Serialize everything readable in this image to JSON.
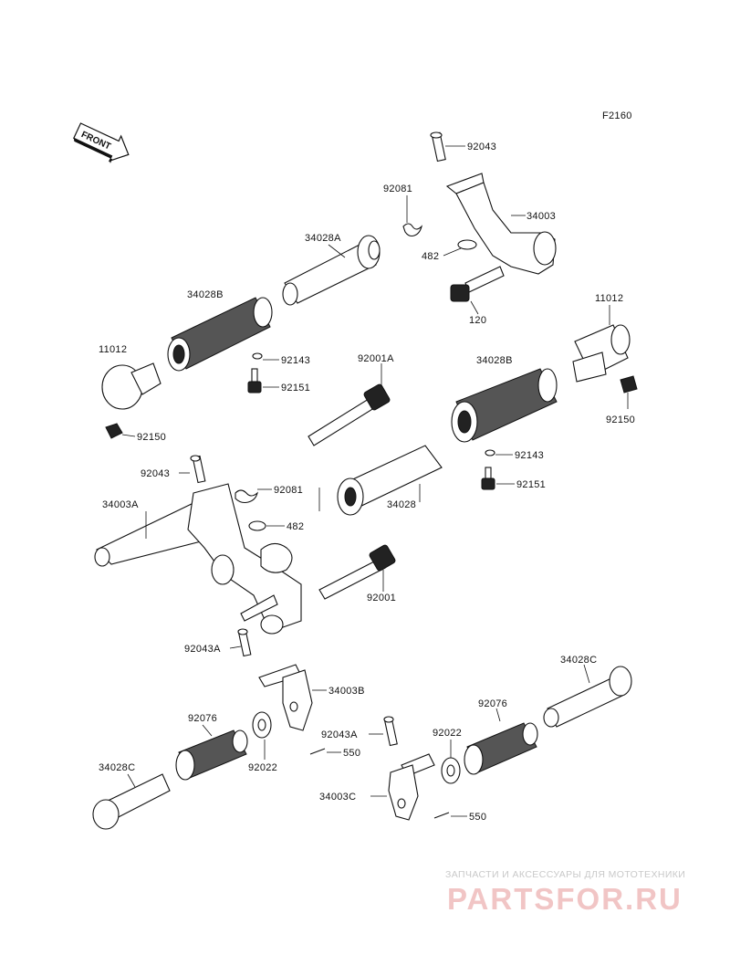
{
  "figure_code": "F2160",
  "front_arrow_label": "FRONT",
  "watermark": {
    "tagline": "ЗАПЧАСТИ И АКСЕССУАРЫ ДЛЯ МОТОТЕХНИКИ",
    "brand": "PARTSFOR.RU"
  },
  "labels": {
    "l92043_top": "92043",
    "l92081_top": "92081",
    "l34003": "34003",
    "l34028A": "34028A",
    "l482_top": "482",
    "l34028B_left": "34028B",
    "l120": "120",
    "l11012_right": "11012",
    "l11012_left": "11012",
    "l92143_left": "92143",
    "l92001A": "92001A",
    "l34028B_right": "34028B",
    "l92151_left": "92151",
    "l92150_right": "92150",
    "l92150_left": "92150",
    "l92143_right": "92143",
    "l92043_mid": "92043",
    "l92151_right": "92151",
    "l92081_mid": "92081",
    "l34028": "34028",
    "l34003A": "34003A",
    "l482_mid": "482",
    "l92001": "92001",
    "l92043A_left": "92043A",
    "l34028C_right": "34028C",
    "l34003B": "34003B",
    "l92076_right": "92076",
    "l92076_left": "92076",
    "l92043A_right": "92043A",
    "l92022_right": "92022",
    "l550_top": "550",
    "l34028C_left": "34028C",
    "l92022_left": "92022",
    "l34003C": "34003C",
    "l550_bottom": "550"
  }
}
